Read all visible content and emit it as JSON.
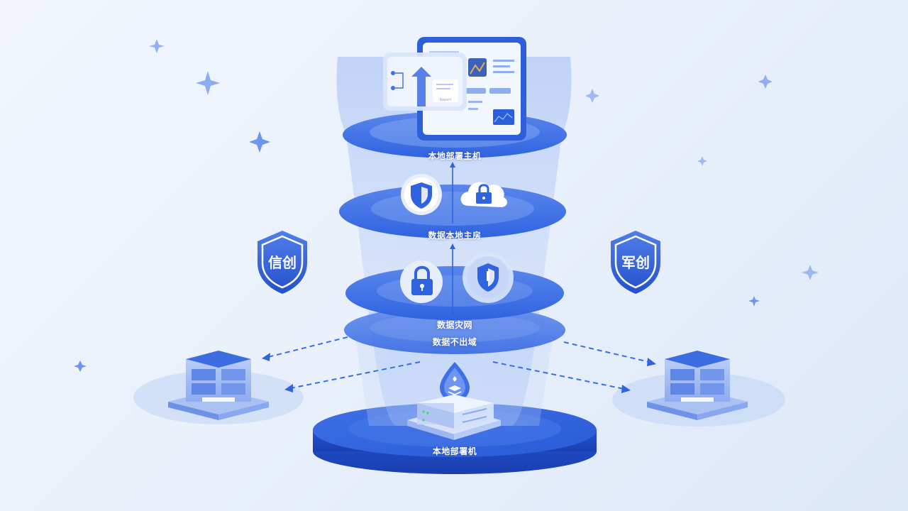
{
  "labels": {
    "top_host": "本地部署主机",
    "layer_2": "数据本地主房",
    "layer_3": "数据灾网",
    "layer_4": "数据不出域",
    "bottom": "本地部署机"
  },
  "badges": {
    "left": "信创",
    "right": "军创"
  },
  "screen": {
    "card_text": "Report"
  },
  "colors": {
    "primary": "#2f63e0",
    "deep": "#1f4cc8",
    "light": "#8fb2f5",
    "background": "#eef3fb"
  }
}
